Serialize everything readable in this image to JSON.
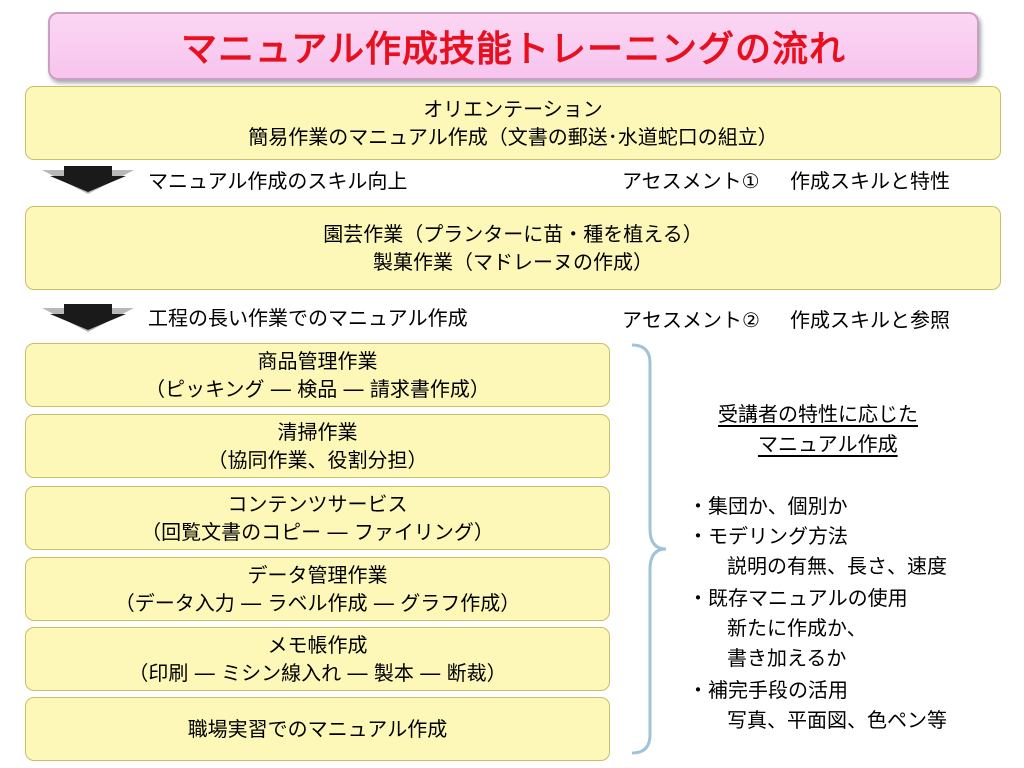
{
  "title": "マニュアル作成技能トレーニングの流れ",
  "stage1": {
    "line1": "オリエンテーション",
    "line2": "簡易作業のマニュアル作成（文書の郵送･水道蛇口の組立）"
  },
  "step1": {
    "label": "マニュアル作成のスキル向上",
    "assessment": "アセスメント①",
    "assessment_detail": "作成スキルと特性"
  },
  "stage2": {
    "line1": "園芸作業（プランターに苗・種を植える）",
    "line2": "製菓作業（マドレーヌの作成）"
  },
  "step2": {
    "label": "工程の長い作業でのマニュアル作成",
    "assessment": "アセスメント②",
    "assessment_detail": "作成スキルと参照"
  },
  "tasks": [
    {
      "line1": "商品管理作業",
      "line2": "（ピッキング ― 検品 ― 請求書作成）"
    },
    {
      "line1": "清掃作業",
      "line2": "（協同作業、役割分担）"
    },
    {
      "line1": "コンテンツサービス",
      "line2": "（回覧文書のコピー ― ファイリング）"
    },
    {
      "line1": "データ管理作業",
      "line2": "（データ入力 ― ラベル作成 ― グラフ作成）"
    },
    {
      "line1": "メモ帳作成",
      "line2": "（印刷 ― ミシン線入れ ― 製本 ― 断裁）"
    },
    {
      "line1": "職場実習でのマニュアル作成"
    }
  ],
  "side": {
    "heading1": "受講者の特性に応じた",
    "heading2": "マニュアル作成",
    "points": [
      "・集団か、個別か",
      "・モデリング方法",
      "説明の有無、長さ、速度",
      "・既存マニュアルの使用",
      "新たに作成か、",
      "書き加えるか",
      "・補完手段の活用",
      "写真、平面図、色ペン等"
    ]
  },
  "colors": {
    "title_text": "#e8101e",
    "title_bg": "#f9cdf0",
    "box_bg": "#fdf8b8",
    "bracket": "#9fc3d9"
  }
}
